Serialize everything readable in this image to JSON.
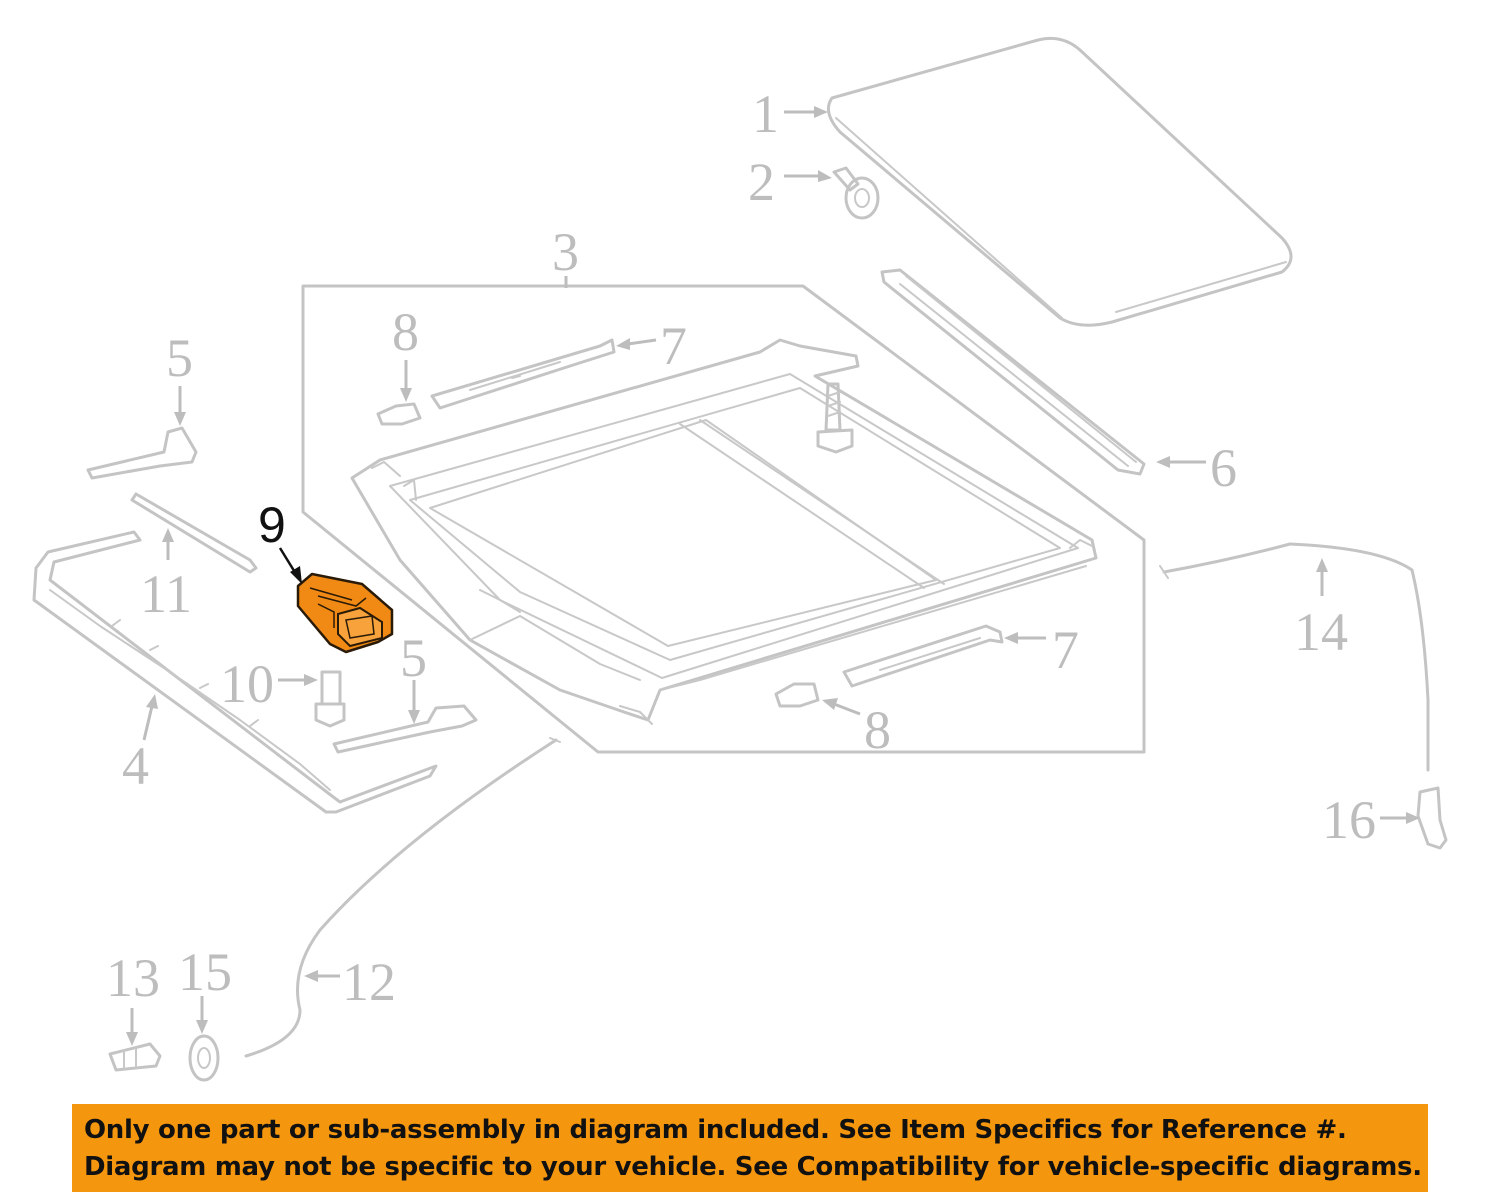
{
  "diagram": {
    "callouts": [
      "1",
      "2",
      "3",
      "4",
      "5",
      "5",
      "6",
      "7",
      "7",
      "8",
      "8",
      "9",
      "10",
      "11",
      "12",
      "13",
      "14",
      "15",
      "16"
    ],
    "highlighted_part": "9",
    "colors": {
      "highlight_fill": "#f08a14",
      "highlight_stroke": "#2a1a08",
      "line_art": "#c4c4c4",
      "callout_text": "#bdbdbd",
      "banner_background": "#f5960f"
    }
  },
  "notice": {
    "line1": "Only one part or sub-assembly in diagram included. See Item Specifics for Reference #.",
    "line2": "Diagram may not be specific to your vehicle. See Compatibility for vehicle-specific diagrams."
  }
}
